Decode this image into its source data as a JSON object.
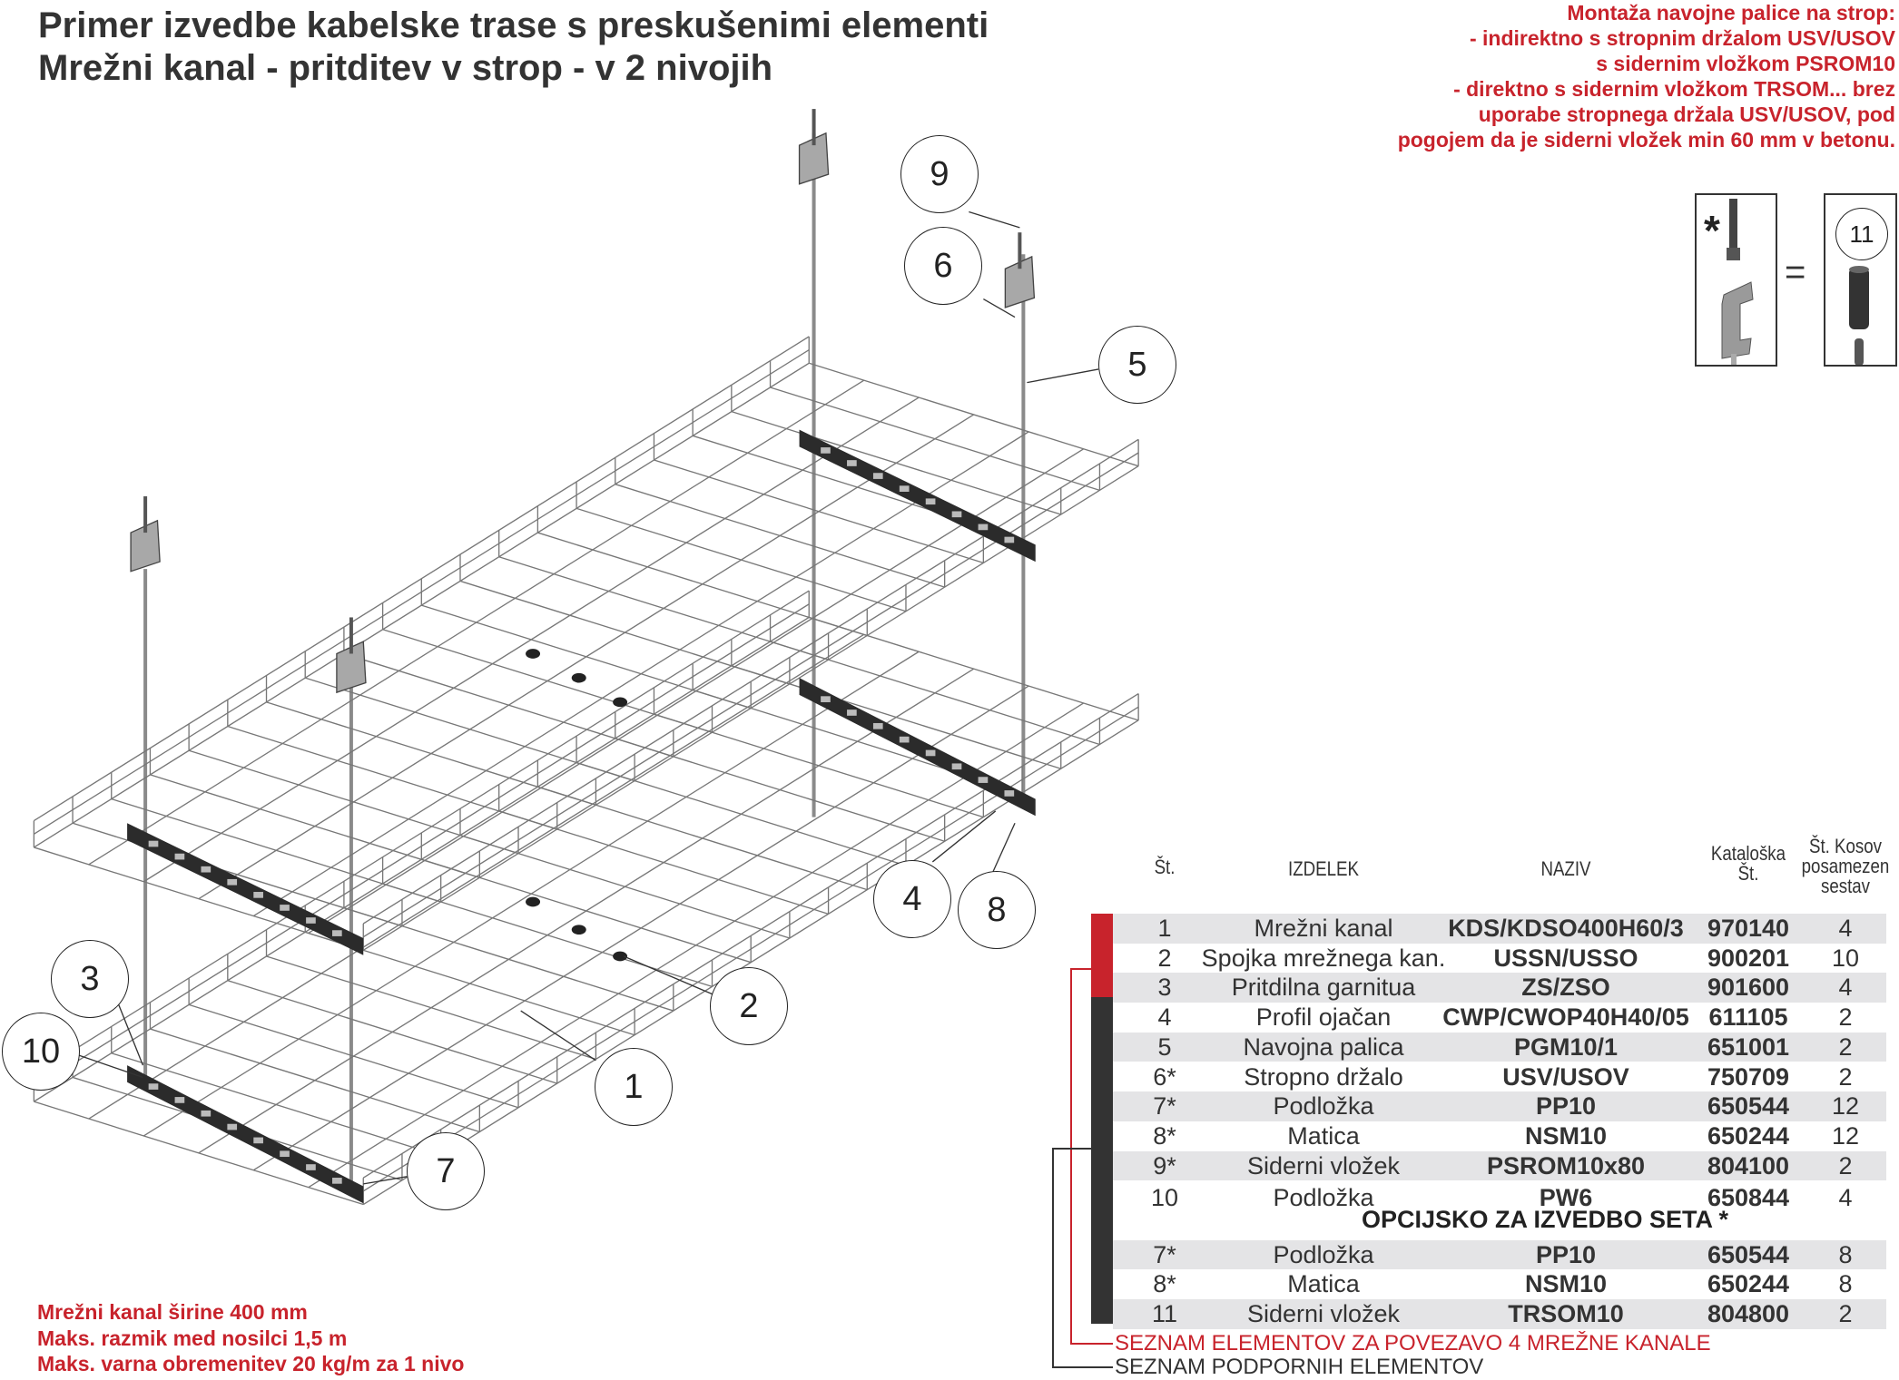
{
  "title": {
    "line1": "Primer izvedbe kabelske trase s preskušenimi elementi",
    "line2": "Mrežni kanal - pritditev v strop - v 2 nivojih"
  },
  "mounting_note": [
    "Montaža navojne palice na strop:",
    "- indirektno s stropnim držalom USV/USOV",
    "s sidernim vložkom PSROM10",
    "- direktno s sidernim vložkom  TRSOM... brez",
    "uporabe stropnega držala  USV/USOV, pod",
    "pogojem da je siderni vložek min 60 mm v betonu."
  ],
  "inset": {
    "asterisk": "*",
    "equals": "=",
    "callout": "11"
  },
  "callouts": [
    "9",
    "6",
    "5",
    "4",
    "8",
    "2",
    "1",
    "3",
    "10",
    "7"
  ],
  "specs": [
    "Mrežni kanal širine 400 mm",
    "Maks. razmik med nosilci 1,5 m",
    "Maks. varna obremenitev 20 kg/m za 1 nivo"
  ],
  "table": {
    "headers": {
      "no": "Št.",
      "product": "IZDELEK",
      "name": "NAZIV",
      "catalog_1": "Kataloška",
      "catalog_2": "Št.",
      "qty_1": "Št. Kosov",
      "qty_2": "posamezen",
      "qty_3": "sestav"
    },
    "rows": [
      {
        "no": "1",
        "product": "Mrežni kanal",
        "name": "KDS/KDSO400H60/3",
        "catalog": "970140",
        "qty": "4"
      },
      {
        "no": "2",
        "product": "Spojka mrežnega kan.",
        "name": "USSN/USSO",
        "catalog": "900201",
        "qty": "10"
      },
      {
        "no": "3",
        "product": "Pritdilna garnitua",
        "name": "ZS/ZSO",
        "catalog": "901600",
        "qty": "4"
      },
      {
        "no": "4",
        "product": "Profil ojačan",
        "name": "CWP/CWOP40H40/05",
        "catalog": "611105",
        "qty": "2"
      },
      {
        "no": "5",
        "product": "Navojna palica",
        "name": "PGM10/1",
        "catalog": "651001",
        "qty": "2"
      },
      {
        "no": "6*",
        "product": "Stropno držalo",
        "name": "USV/USOV",
        "catalog": "750709",
        "qty": "2"
      },
      {
        "no": "7*",
        "product": "Podložka",
        "name": "PP10",
        "catalog": "650544",
        "qty": "12"
      },
      {
        "no": "8*",
        "product": "Matica",
        "name": "NSM10",
        "catalog": "650244",
        "qty": "12"
      },
      {
        "no": "9*",
        "product": "Siderni vložek",
        "name": "PSROM10x80",
        "catalog": "804100",
        "qty": "2"
      },
      {
        "no": "10",
        "product": "Podložka",
        "name": "PW6",
        "catalog": "650844",
        "qty": "4"
      }
    ],
    "optional_heading": "OPCIJSKO ZA IZVEDBO SETA  *",
    "optional_rows": [
      {
        "no": "7*",
        "product": "Podložka",
        "name": "PP10",
        "catalog": "650544",
        "qty": "8"
      },
      {
        "no": "8*",
        "product": "Matica",
        "name": "NSM10",
        "catalog": "650244",
        "qty": "8"
      },
      {
        "no": "11",
        "product": "Siderni vložek",
        "name": "TRSOM10",
        "catalog": "804800",
        "qty": "2"
      }
    ],
    "legend_red": "SEZNAM ELEMENTOV ZA POVEZAVO 4 MREŽNE KANALE",
    "legend_black": "SEZNAM PODPORNIH ELEMENTOV"
  },
  "colors": {
    "red": "#c8232c",
    "dark": "#333333",
    "row_gray": "#e4e4e6"
  }
}
